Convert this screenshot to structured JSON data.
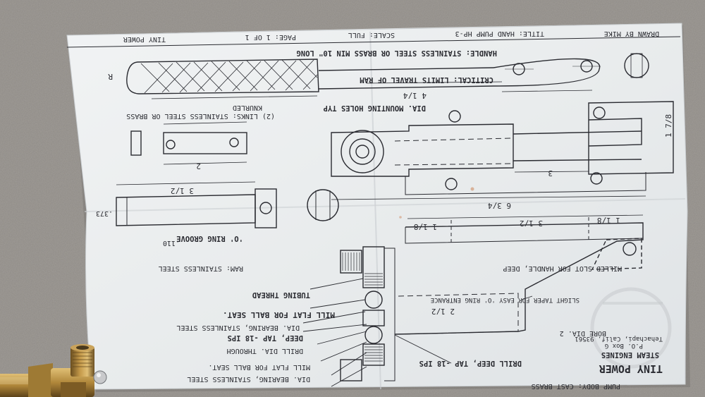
{
  "drawing": {
    "title_block": {
      "drawn_by": "DRAWN BY  MIKE",
      "title": "TITLE: HAND PUMP HP-3",
      "scale": "SCALE: FULL",
      "page": "PAGE: 1 OF 1",
      "brand": "TINY POWER"
    },
    "handle_spec": "HANDLE: STAINLESS STEEL OR BRASS MIN 10\" LONG",
    "critical_note": "CRITICAL: LIMITS TRAVEL OF RAM",
    "knurled": "KNURLED",
    "links_spec": "(2) LINKS: STAINLESS STEEL OR BRASS",
    "mounting_holes": "DIA. MOUNTING HOLES TYP",
    "o_ring_groove": "'O' RING GROOVE",
    "ram_spec": "RAM: STAINLESS STEEL",
    "tubing_thread": "TUBING THREAD",
    "mill_flat": "MILL FLAT FOR BALL SEAT.",
    "bearing_ball": "DIA. BEARING, STAINLESS  STEEL",
    "drill_tap": "DEEP, TAP  -18 IPS",
    "drill_through": "DRILL  DIA. THROUGH",
    "mill_flat_2": "MILL FLAT FOR BALL SEAT.",
    "bearing_ball_2": "DIA. BEARING, STAINLESS STEEL",
    "slot_note": "MILLED  SLOT FOR HANDLE,  DEEP",
    "taper_note": "SLIGHT TAPER FOR EASY 'O' RING ENTRANCE",
    "bore_note": "BORE  DIA. 2",
    "drill_bottom": "DRILL   DEEP, TAP  -18 IPS",
    "company": {
      "name": "TINY POWER",
      "tagline": "STEAM ENGINES",
      "pobox": "P.O. Box G",
      "city": "Tehachapi, Calif. 93561"
    },
    "body_material": "PUMP BODY: CAST BRASS",
    "dims": {
      "handle_len": "4 1/4",
      "r_handle": "R",
      "base_len": "6 3/4",
      "e_len": "3",
      "link_len": "2",
      "ram_len": "3 1/2",
      "ram_dia": ".373",
      "groove": ".110",
      "top_dim": "1 1/8",
      "mid_dim": "3 1/2",
      "right_dim": "1 1/8",
      "right_total": "1 7/8",
      "body_width": "2 1/2"
    }
  },
  "colors": {
    "countertop": "#8f8b86",
    "paper": "#eef0f0",
    "ink": "#2a2b31",
    "brass": "#b88d3f"
  }
}
